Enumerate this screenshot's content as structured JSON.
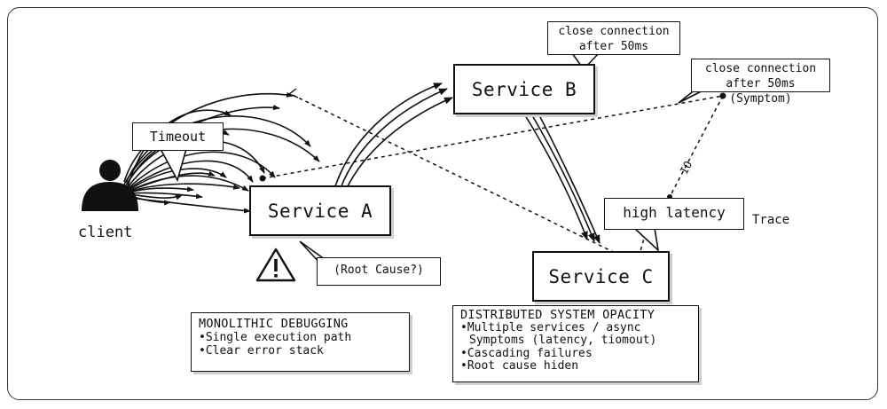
{
  "actors": {
    "client_label": "client"
  },
  "services": {
    "a": "Service A",
    "b": "Service B",
    "c": "Service C"
  },
  "callouts": {
    "timeout": "Timeout",
    "close_b_line1": "close connection",
    "close_b_line2": "after 50ms",
    "close_sym_line1": "close connection",
    "close_sym_line2": "after 50ms (Symptom)",
    "high_latency": "high latency",
    "root_cause": "(Root Cause?)"
  },
  "labels": {
    "trace": "Trace",
    "io": "IO"
  },
  "icons": {
    "warning": "warning-triangle-icon",
    "client": "person-icon"
  },
  "notes": {
    "monolithic": {
      "title": "MONOLITHIC DEBUGGING",
      "items": [
        "Single execution path",
        "Clear error stack"
      ]
    },
    "distributed": {
      "title": "DISTRIBUTED SYSTEM OPACITY",
      "items": [
        "Multiple services / async Symptoms (latency, tiomout)",
        "Cascading failures",
        "Root cause hiden"
      ]
    }
  }
}
